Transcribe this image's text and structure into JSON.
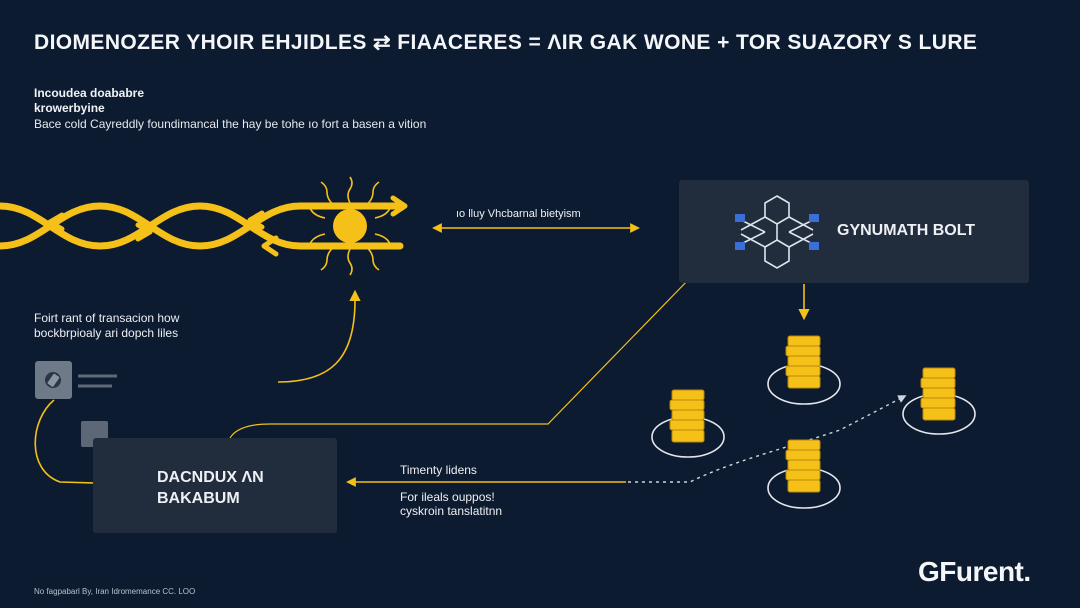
{
  "header": {
    "title": "DIOMENOZER YHOIR EHJIDLES ⇄ FIAACERES = ΛIR GAK WONE + TOR SUAZORY S LURE",
    "intro_heading_line1": "Incoudea doababre",
    "intro_heading_line2": "krowerbyine",
    "intro_body": "Bace cold Cayreddly foundimancal the hay be tohe ıo fort a basen a vition"
  },
  "labels": {
    "top_arrow": "ıo lluy Vhcbarnal bietyism",
    "left_note_line1": "Foirt rant of transacion how",
    "left_note_line2": "bockbrpioaly ari dopch liles",
    "bottom_arrow": "Timenty lidens",
    "bottom_note_line1": "For ileals ouppos!",
    "bottom_note_line2": "cyskroin tanslatitnn"
  },
  "boxes": {
    "top_right_label": "GYNUMATH BOLT",
    "bottom_left_line1": "DACNDUX ΛN",
    "bottom_left_line2": "BAKABUM"
  },
  "icons": {
    "chain": "chain-icon",
    "sun": "sun-node-icon",
    "network": "network-node-icon",
    "coin_stack": "coin-stack-icon",
    "wallet": "wallet-icon"
  },
  "footer": {
    "text": "No fagpabarl By, Iran Idromemance CC. LOO",
    "brand": "GFurent."
  },
  "colors": {
    "background": "#0d1b30",
    "accent": "#f5c018",
    "panel": "#212c3d",
    "text": "#f1f3f6"
  }
}
